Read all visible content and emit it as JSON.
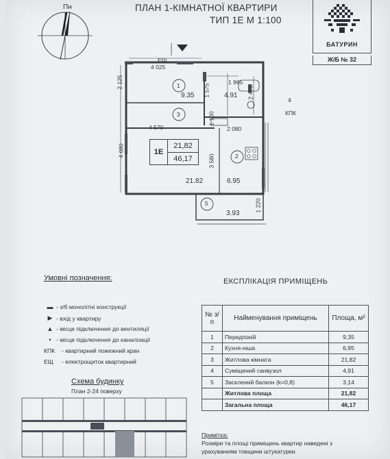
{
  "compass_label": "Пн",
  "header": {
    "title_line1": "ПЛАН 1-КІМНАТНОЇ КВАРТИРИ",
    "title_line2": "ТИП 1Е  М 1:100"
  },
  "logo": {
    "name": "БАТУРИН"
  },
  "building_tag": "Ж/Б № 32",
  "plan": {
    "dims": {
      "top_width": "4 025",
      "left_top": "2 125",
      "kitchen_width": "4 570",
      "left_mid": "4 680",
      "bath_width": "1 965",
      "bath_height": "2 475",
      "vert_a": "1 575",
      "vert_b": "1 100",
      "bath_bottom": "2 080",
      "vert_c": "3 580",
      "balcony_height": "1 220"
    },
    "rooms": [
      {
        "number": "1",
        "area": "9.35"
      },
      {
        "number": "2",
        "area": "6.95"
      },
      {
        "number": "3",
        "area": "21.82"
      },
      {
        "number": "4",
        "area": "4.91"
      },
      {
        "number": "5",
        "area": "3.93"
      }
    ],
    "type_badge": "1Е",
    "badge_living": "21,82",
    "badge_total": "46,17",
    "panel_label": "ЕЩ",
    "kpk_label": "КПК"
  },
  "legend": {
    "title": "Умовні позначення:",
    "items": [
      {
        "sym": "▬",
        "key": "",
        "text": "- з/б монолітні конструкції"
      },
      {
        "sym": "▶",
        "key": "",
        "text": "- вхід у квартиру"
      },
      {
        "sym": "▲",
        "key": "",
        "text": "- місце підключення до вентиляції"
      },
      {
        "sym": "•",
        "key": "",
        "text": "- місце підключення до каналізації"
      },
      {
        "sym": "",
        "key": "КПК",
        "text": "- квартирний пожежний кран"
      },
      {
        "sym": "",
        "key": "ЕЩ",
        "text": "- електрощиток квартирний"
      }
    ]
  },
  "scheme": {
    "title": "Схема будинку",
    "subtitle": "План 2-24 поверху"
  },
  "explication": {
    "title": "ЕКСПЛІКАЦІЯ ПРИМІЩЕНЬ",
    "headers": {
      "num": "№ з/п",
      "name": "Найменування приміщень",
      "area": "Площа, м²"
    },
    "rows": [
      {
        "num": "1",
        "name": "Передпокій",
        "area": "9,35"
      },
      {
        "num": "2",
        "name": "Кухня-ніша",
        "area": "6,95"
      },
      {
        "num": "3",
        "name": "Житлова кімната",
        "area": "21,82"
      },
      {
        "num": "4",
        "name": "Суміщений санвузол",
        "area": "4,91"
      },
      {
        "num": "5",
        "name": "Засклений балкон (k=0,8)",
        "area": "3,14"
      }
    ],
    "living_label": "Житлова площа",
    "living_area": "21,82",
    "total_label": "Загальна площа",
    "total_area": "46,17"
  },
  "note": {
    "title": "Примітка:",
    "text1": "Розміри та площі приміщень квартир наведені з",
    "text2": "урахуванням товщини штукатурки."
  }
}
